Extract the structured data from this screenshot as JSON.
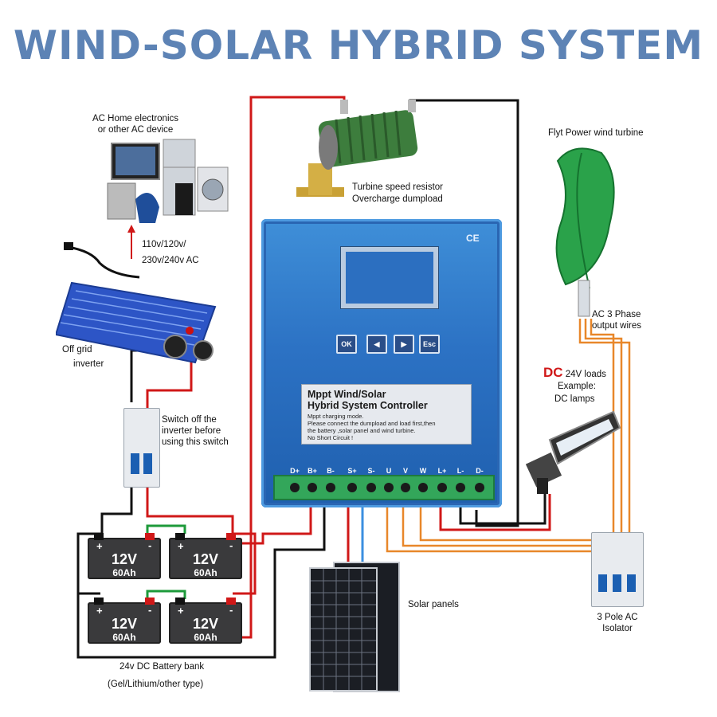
{
  "title": "WIND-SOLAR HYBRID SYSTEM",
  "ac_devices": {
    "label": "AC Home electronics\nor other AC device"
  },
  "ac_voltage": {
    "line1": "110v/120v/",
    "line2": "230v/240v AC"
  },
  "inverter": {
    "line1": "Off grid",
    "line2": "inverter"
  },
  "dc_switch": {
    "label": "Switch off the\ninverter before\nusing this switch"
  },
  "resistor": {
    "line1": "Turbine speed resistor",
    "line2": "Overcharge dumpload"
  },
  "turbine": {
    "label": "Flyt Power wind turbine",
    "wires": "AC 3 Phase\noutput wires"
  },
  "dc_loads": {
    "dc": "DC",
    "loads": " 24V loads",
    "example": "Example:",
    "lamps": "DC lamps"
  },
  "controller": {
    "ce": "CE",
    "buttons": [
      "OK",
      "◀",
      "▶",
      "Esc"
    ],
    "plate_title": "Mppt Wind/Solar\nHybrid System Controller",
    "plate_note": "Mppt charging mode.\nPlease connect the dumpload and load first,then\nthe battery ,solar panel and wind turbine.\nNo Short Circuit !",
    "terminals": [
      "D+",
      "B+",
      "B-",
      "S+",
      "S-",
      "U",
      "V",
      "W",
      "L+",
      "L-",
      "D-"
    ]
  },
  "batteries": [
    {
      "voltage": "12V",
      "capacity": "60Ah",
      "plus": "+",
      "minus": "-"
    },
    {
      "voltage": "12V",
      "capacity": "60Ah",
      "plus": "+",
      "minus": "-"
    },
    {
      "voltage": "12V",
      "capacity": "60Ah",
      "plus": "+",
      "minus": "-"
    },
    {
      "voltage": "12V",
      "capacity": "60Ah",
      "plus": "+",
      "minus": "-"
    }
  ],
  "battery_bank": {
    "line1": "24v DC Battery bank",
    "line2": "(Gel/Lithium/other type)"
  },
  "solar": {
    "label": "Solar panels"
  },
  "isolator": {
    "label": "3 Pole AC\nIsolator"
  },
  "colors": {
    "title": "#5d83b5",
    "wire_red": "#d01818",
    "wire_black": "#111111",
    "wire_orange": "#e8872a",
    "wire_blue": "#3b8fe0",
    "controller": "#2c72c4",
    "terminal": "#33a65a"
  }
}
